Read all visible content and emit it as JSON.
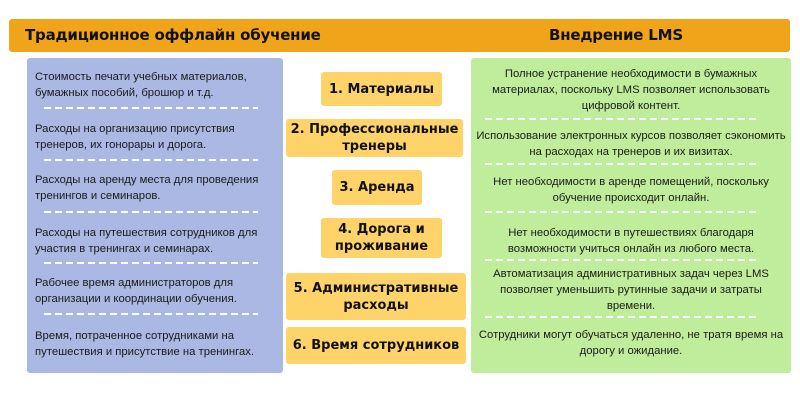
{
  "header": {
    "left_title": "Традиционное оффлайн обучение",
    "right_title": "Внедрение LMS"
  },
  "offline_costs": [
    "Стоимость печати учебных материалов, бумажных пособий, брошюр и т.д.",
    "Расходы на организацию присутствия тренеров, их гонорары и дорога.",
    "Расходы на аренду места для проведения тренингов и семинаров.",
    "Расходы на путешествия сотрудников для участия в тренингах и семинарах.",
    "Рабочее время администраторов для организации и координации обучения.",
    "Время, потраченное сотрудниками на путешествия и присутствие на тренингах."
  ],
  "categories": [
    "1. Материалы",
    "2. Профессиональные тренеры",
    "3. Аренда",
    "4. Дорога и проживание",
    "5. Административные расходы",
    "6. Время сотрудников"
  ],
  "lms_benefits": [
    "Полное устранение необходимости в бумажных материалах, поскольку LMS позволяет использовать цифровой контент.",
    "Использование электронных курсов позволяет сэкономить на расходах на тренеров и их визитах.",
    "Нет необходимости в аренде помещений, поскольку обучение происходит онлайн.",
    "Нет необходимости в путешествиях благодаря возможности учиться онлайн из любого места.",
    "Автоматизация административных задач через LMS позволяет уменьшить рутинные задачи и затраты времени.",
    "Сотрудники могут обучаться удаленно, не тратя время на дорогу и ожидание."
  ],
  "colors": {
    "header": "#f0a419",
    "offline_panel": "#abb8e3",
    "category_box": "#fdd36a",
    "lms_panel": "#c0ed9b"
  }
}
